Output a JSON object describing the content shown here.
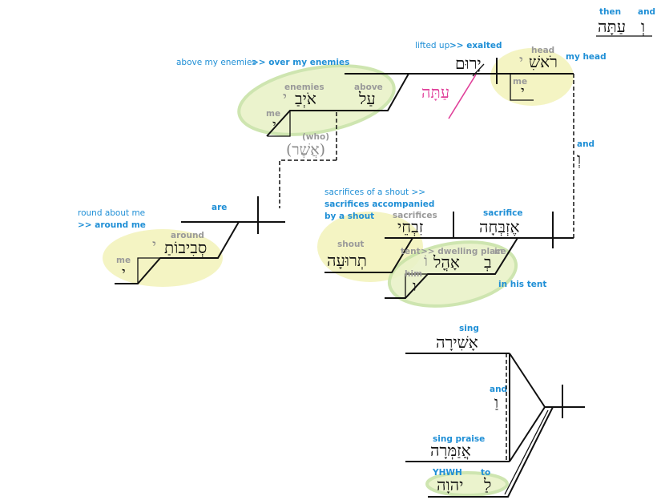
{
  "heb": {
    "vattah_conj": "וְ",
    "vattah": "עַתָּה",
    "yarum": "יָרוּם",
    "rosh": "רֹאשִׁ",
    "rosh_suffix": "י",
    "rosh_me": "י",
    "al": "עַל",
    "oyvay": "אֹיְבַ",
    "oyvay_suffix": "י",
    "oyvay_me": "י",
    "asher": "(אֲשֶׁר)",
    "attah_pink": "עַתָּה",
    "sevivotay": "סְבִיבוֹתַ",
    "sevivotay_suffix": "י",
    "sevivotay_me": "י",
    "ezbechah": "אֶזְבְּחָה",
    "zivchei": "זִבְחֵי",
    "teruah": "תְרוּעָה",
    "be": "בְ",
    "aholo": "אָהֳל",
    "aholo_suffix": "וֹ",
    "aholo_him": "ו",
    "ashirah": "אָשִׁירָה",
    "ve_conj": "וַ",
    "azammerah": "אֲזַמְּרָה",
    "le": "לַ",
    "yhwh": "יהוָה",
    "ve_vertical": "וְ"
  },
  "gloss": {
    "then": "then",
    "and_top": "and",
    "lifted_up": "lifted up",
    "exalted": ">> exalted",
    "head": "head",
    "my_head": "my head",
    "me_head": "me",
    "above_my_enemies": "above my enemies",
    "over_my_enemies": ">> over my enemies",
    "enemies": "enemies",
    "above": "above",
    "me_enemies": "me",
    "who": "(who)",
    "and_vertical": "and",
    "round_about_me": "round about me",
    "around_me": ">> around me",
    "are": "are",
    "around": "around",
    "me_around": "me",
    "sacrifices_of_a_shout": "sacrifices of a shout >>",
    "sacrifices_accompanied": "sacrifices accompanied",
    "by_a_shout": "by a shout",
    "sacrifices": "sacrifices",
    "sacrifice_blue": "sacrifice",
    "shout": "shout",
    "tent": "tent",
    "dwelling_place": ">> dwelling place",
    "in": "in",
    "him": "him",
    "in_his_tent": "in his tent",
    "sing": "sing",
    "and_mid": "and",
    "sing_praise": "sing  praise",
    "yhwh_gloss": "YHWH",
    "to": "to"
  },
  "colors": {
    "gloss_gray": "#9a9a9a",
    "gloss_blue": "#1f8fd6",
    "highlight_yellow": "#f2f2b8",
    "highlight_green": "#c9e3a8",
    "pink": "#e0409a"
  }
}
